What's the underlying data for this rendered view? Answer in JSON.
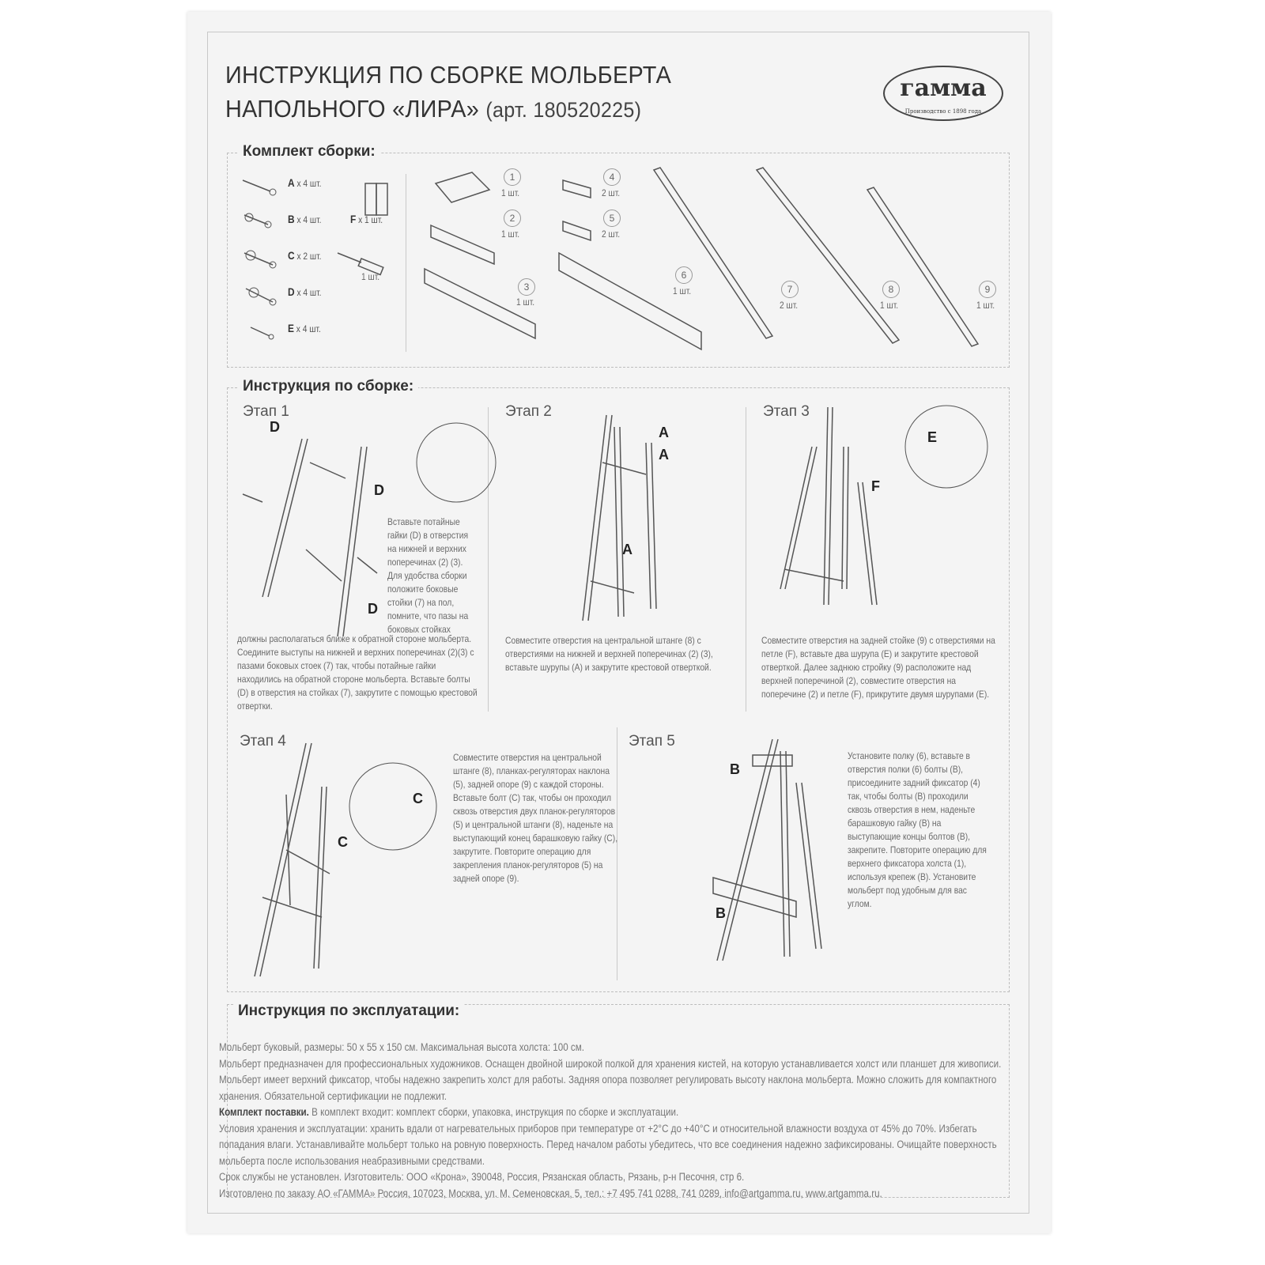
{
  "title": {
    "line1": "ИНСТРУКЦИЯ ПО СБОРКЕ МОЛЬБЕРТА",
    "line2": "НАПОЛЬНОГО «ЛИРА»",
    "article": "(арт. 180520225)"
  },
  "logo": {
    "word": "гамма",
    "tagline": "Производство с 1898 года"
  },
  "kit": {
    "heading": "Комплект сборки:",
    "hardware": [
      {
        "letter": "A",
        "qty": "x 4 шт."
      },
      {
        "letter": "B",
        "qty": "x 4 шт."
      },
      {
        "letter": "C",
        "qty": "x 2 шт."
      },
      {
        "letter": "D",
        "qty": "x 4 шт."
      },
      {
        "letter": "E",
        "qty": "x 4 шт."
      },
      {
        "letter": "F",
        "qty": "x 1 шт."
      }
    ],
    "screwdriver_qty": "1 шт.",
    "parts": [
      {
        "num": "1",
        "qty": "1 шт."
      },
      {
        "num": "2",
        "qty": "1 шт."
      },
      {
        "num": "3",
        "qty": "1 шт."
      },
      {
        "num": "4",
        "qty": "2 шт."
      },
      {
        "num": "5",
        "qty": "2 шт."
      },
      {
        "num": "6",
        "qty": "1 шт."
      },
      {
        "num": "7",
        "qty": "2 шт."
      },
      {
        "num": "8",
        "qty": "1 шт."
      },
      {
        "num": "9",
        "qty": "1 шт."
      }
    ]
  },
  "assembly": {
    "heading": "Инструкция по сборке:",
    "stages": [
      {
        "title": "Этап 1",
        "text_side": "Вставьте потайные гайки (D) в отверстия на нижней и верхних поперечинах (2) (3). Для удобства сборки положите боковые стойки (7) на пол, помните, что пазы на боковых стойках",
        "text": "должны располагаться ближе к обратной стороне мольберта. Соедините выступы на нижней и верхних поперечинах (2)(3) с пазами боковых стоек (7) так, чтобы потайные гайки находились на обратной стороне мольберта. Вставьте болты (D) в отверстия на стойках (7), закрутите с помощью крестовой отвертки."
      },
      {
        "title": "Этап 2",
        "text": "Совместите отверстия на центральной штанге (8) с отверстиями на нижней и верхней поперечинах (2) (3), вставьте шурупы (A) и закрутите крестовой отверткой."
      },
      {
        "title": "Этап 3",
        "text": "Совместите отверстия на задней стойке (9) с отверстиями на петле (F), вставьте два шурупа (E) и закрутите крестовой отверткой. Далее заднюю стройку (9) расположите над верхней поперечиной (2), совместите отверстия на поперечине (2) и петле (F), прикрутите двумя шурупами (E)."
      },
      {
        "title": "Этап 4",
        "text": "Совместите отверстия на центральной штанге (8), планках-регуляторах наклона (5), задней опоре (9) с каждой стороны. Вставьте болт (C) так, чтобы он проходил сквозь отверстия двух планок-регуляторов (5) и центральной штанги (8), наденьте на выступающий конец барашковую гайку (C), закрутите. Повторите операцию для закрепления планок-регуляторов (5) на задней опоре (9)."
      },
      {
        "title": "Этап 5",
        "text": "Установите полку (6), вставьте в отверстия полки (6) болты (B), присоедините задний фиксатор (4) так, чтобы болты (B) проходили сквозь отверстия в нем, наденьте барашковую гайку (B) на выступающие концы болтов (B), закрепите. Повторите операцию для верхнего фиксатора холста (1), используя крепеж (B). Установите мольберт под удобным для вас углом."
      }
    ]
  },
  "operation": {
    "heading": "Инструкция по эксплуатации:",
    "p1": "Мольберт буковый, размеры: 50 х 55 х 150 см. Максимальная высота холста: 100 см.",
    "p2": "Мольберт предназначен для профессиональных художников. Оснащен двойной широкой полкой для хранения кистей, на которую устанавливается холст или планшет для живописи. Мольберт имеет верхний фиксатор, чтобы надежно закрепить холст для работы. Задняя опора позволяет регулировать высоту наклона мольберта. Можно сложить для компактного хранения. Обязательной сертификации не подлежит.",
    "p3_bold": "Комплект поставки.",
    "p3": "В комплект входит: комплект сборки, упаковка, инструкция по сборке и эксплуатации.",
    "p4": "Условия хранения и эксплуатации: хранить вдали от нагревательных приборов при температуре от +2°C до +40°C и относительной влажности воздуха от 45% до 70%. Избегать попадания влаги. Устанавливайте мольберт только на ровную поверхность. Перед началом работы убедитесь, что все соединения надежно зафиксированы. Очищайте поверхность мольберта после использования неабразивными средствами.",
    "p5": "Срок службы не установлен. Изготовитель: ООО «Крона», 390048, Россия, Рязанская область, Рязань, р-н Песочня, стр 6.",
    "p6": "Изготовлено по заказу АО «ГАММА» Россия, 107023, Москва, ул. М. Семеновская, 5, тел.: +7 495 741 0288, 741 0289, info@artgamma.ru, www.artgamma.ru."
  }
}
